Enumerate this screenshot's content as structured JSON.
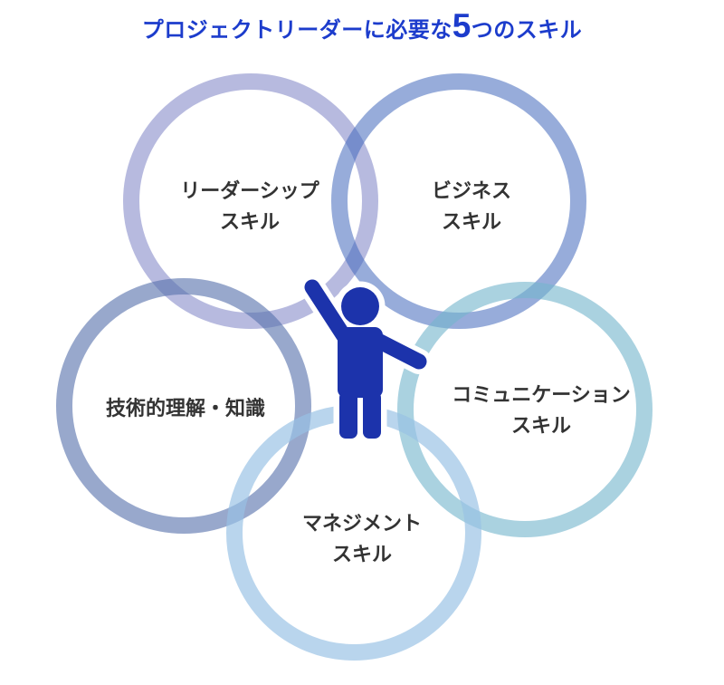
{
  "title": {
    "prefix": "プロジェクトリーダーに必要な",
    "number": "5",
    "suffix": "つのスキル"
  },
  "colors": {
    "title_text": "#1c3ccc",
    "label_text": "#333333",
    "person": "#1c33ab"
  },
  "person": {
    "color": "#1c33ab",
    "name": "project-leader-figure"
  },
  "skills": [
    {
      "id": "leadership",
      "lines": [
        "リーダーシップ",
        "スキル"
      ],
      "ring_color": "rgba(124,130,196,0.55)"
    },
    {
      "id": "business",
      "lines": [
        "ビジネス",
        "スキル"
      ],
      "ring_color": "rgba(66,104,188,0.55)"
    },
    {
      "id": "technical",
      "lines": [
        "技術的理解・知識"
      ],
      "ring_color": "rgba(88,114,172,0.62)"
    },
    {
      "id": "communication",
      "lines": [
        "コミュニケーション",
        "スキル"
      ],
      "ring_color": "rgba(118,183,205,0.62)"
    },
    {
      "id": "management",
      "lines": [
        "マネジメント",
        "スキル"
      ],
      "ring_color": "rgba(152,193,228,0.68)"
    }
  ]
}
